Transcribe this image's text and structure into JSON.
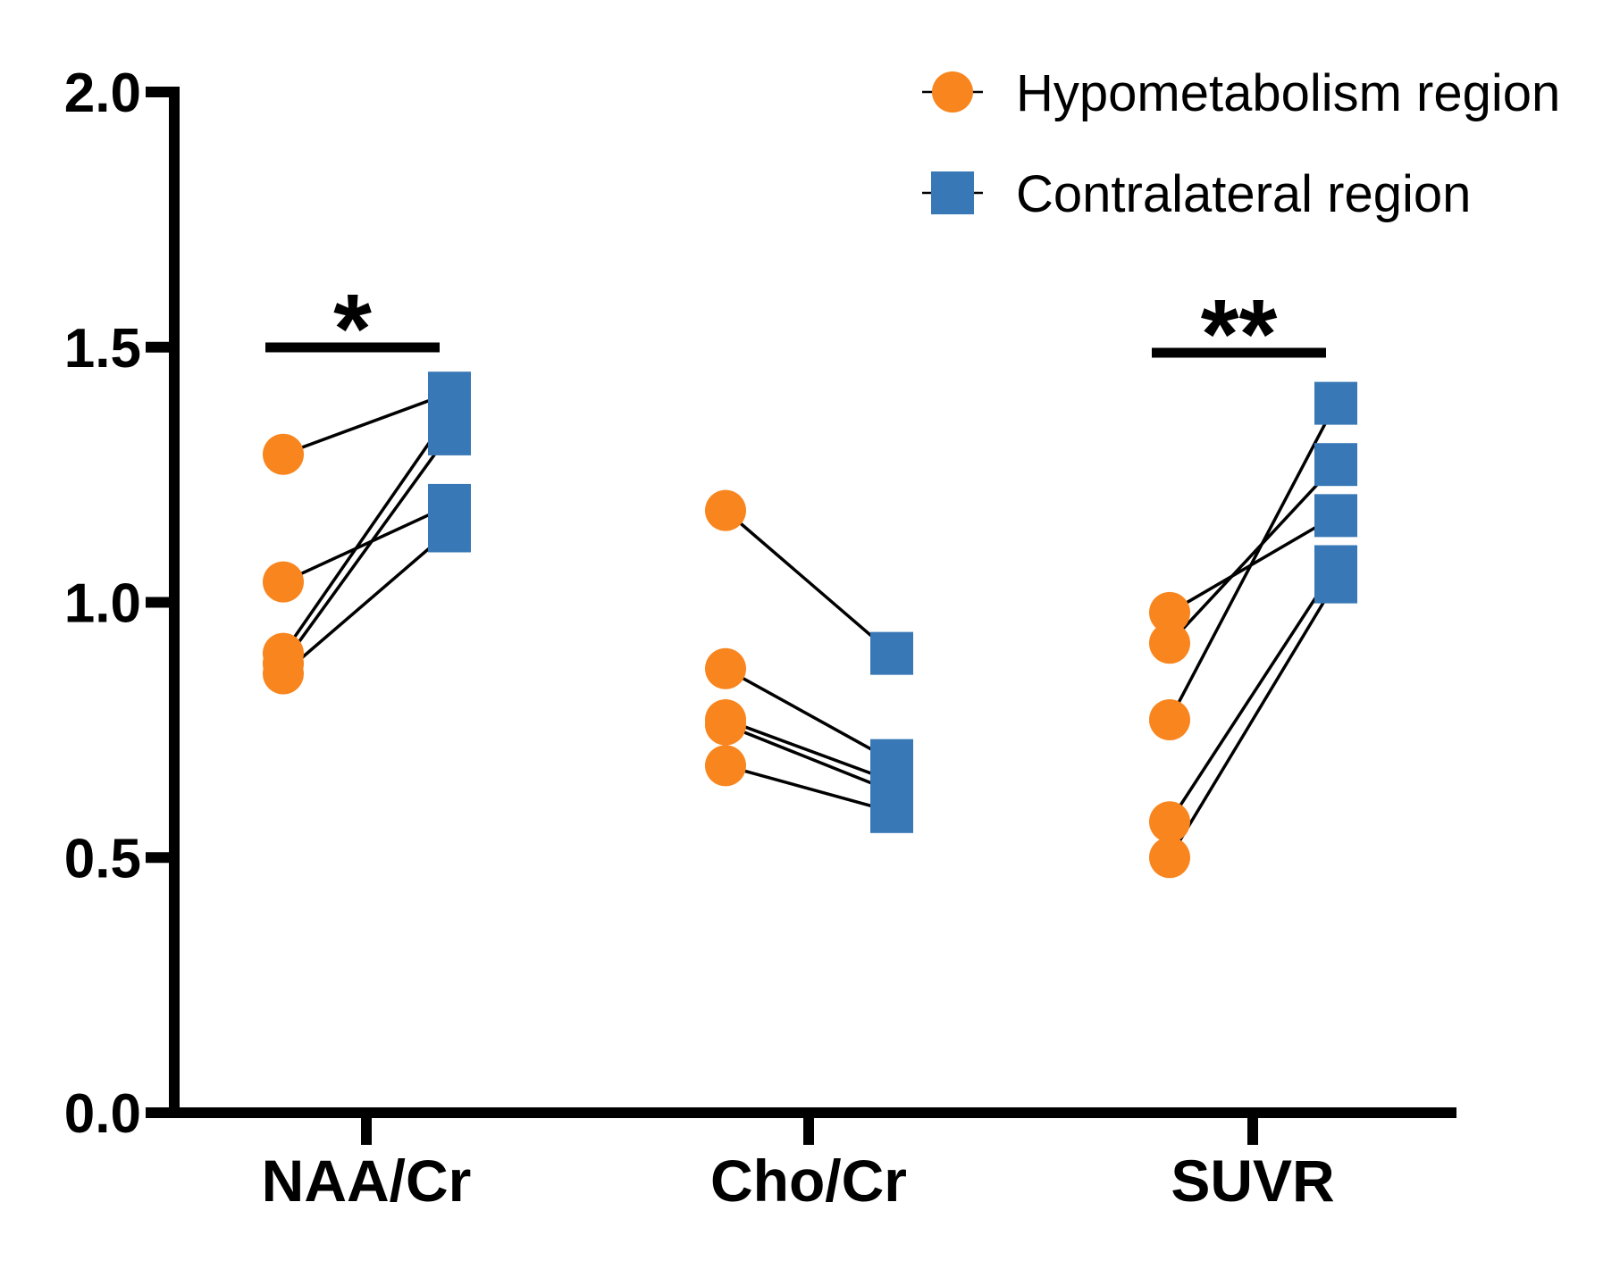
{
  "figure": {
    "background": "#ffffff"
  },
  "chart_data": {
    "type": "scatter",
    "subtype": "paired-before-after-plot",
    "title": "",
    "categories": [
      "NAA/Cr",
      "Cho/Cr",
      "SUVR"
    ],
    "series": [
      {
        "name": "Hypometabolism region",
        "marker": "circle",
        "color": "#F8851E"
      },
      {
        "name": "Contralateral region",
        "marker": "square",
        "color": "#3878B6"
      }
    ],
    "pairs": [
      {
        "category": "NAA/Cr",
        "values": [
          [
            1.29,
            1.41
          ],
          [
            1.04,
            1.19
          ],
          [
            0.9,
            1.37
          ],
          [
            0.88,
            1.33
          ],
          [
            0.86,
            1.14
          ]
        ]
      },
      {
        "category": "Cho/Cr",
        "values": [
          [
            1.18,
            0.9
          ],
          [
            0.87,
            0.69
          ],
          [
            0.77,
            0.65
          ],
          [
            0.76,
            0.63
          ],
          [
            0.68,
            0.59
          ]
        ]
      },
      {
        "category": "SUVR",
        "values": [
          [
            0.98,
            1.17
          ],
          [
            0.92,
            1.27
          ],
          [
            0.77,
            1.39
          ],
          [
            0.57,
            1.07
          ],
          [
            0.5,
            1.04
          ]
        ]
      }
    ],
    "ylim": [
      0.0,
      2.0
    ],
    "ytick_values": [
      0.0,
      0.5,
      1.0,
      1.5,
      2.0
    ],
    "ytick_labels": [
      "0.0",
      "0.5",
      "1.0",
      "1.5",
      "2.0"
    ],
    "xlabel": "",
    "ylabel": "",
    "grid": false,
    "connector_color": "#000000",
    "axis_color": "#000000",
    "significance": [
      {
        "category": "NAA/Cr",
        "label": "*"
      },
      {
        "category": "SUVR",
        "label": "**"
      }
    ],
    "legend_position": "top-right",
    "legend": [
      {
        "label": "Hypometabolism region",
        "marker": "circle",
        "color": "#F8851E"
      },
      {
        "label": "Contralateral region",
        "marker": "square",
        "color": "#3878B6"
      }
    ]
  }
}
